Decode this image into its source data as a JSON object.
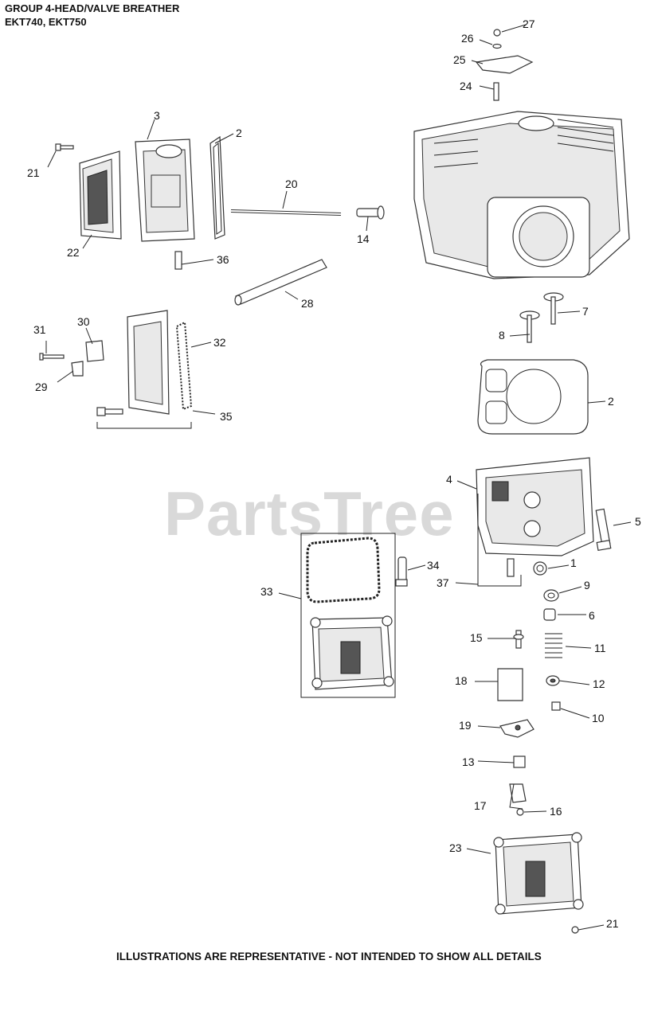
{
  "header": {
    "line1": "GROUP 4-HEAD/VALVE BREATHER",
    "line2": "EKT740, EKT750"
  },
  "watermark": "PartsTree",
  "footer": "ILLUSTRATIONS ARE REPRESENTATIVE - NOT INTENDED TO SHOW ALL DETAILS",
  "callouts": {
    "c1": "1",
    "c2a": "2",
    "c2b": "2",
    "c3": "3",
    "c4": "4",
    "c5": "5",
    "c6": "6",
    "c7": "7",
    "c8": "8",
    "c9": "9",
    "c10": "10",
    "c11": "11",
    "c12": "12",
    "c13": "13",
    "c14": "14",
    "c15": "15",
    "c16": "16",
    "c17": "17",
    "c18": "18",
    "c19": "19",
    "c20": "20",
    "c21a": "21",
    "c21b": "21",
    "c22": "22",
    "c23": "23",
    "c24": "24",
    "c25": "25",
    "c26": "26",
    "c27": "27",
    "c28": "28",
    "c29": "29",
    "c30": "30",
    "c31": "31",
    "c32": "32",
    "c33": "33",
    "c34": "34",
    "c35": "35",
    "c36": "36",
    "c37": "37"
  }
}
